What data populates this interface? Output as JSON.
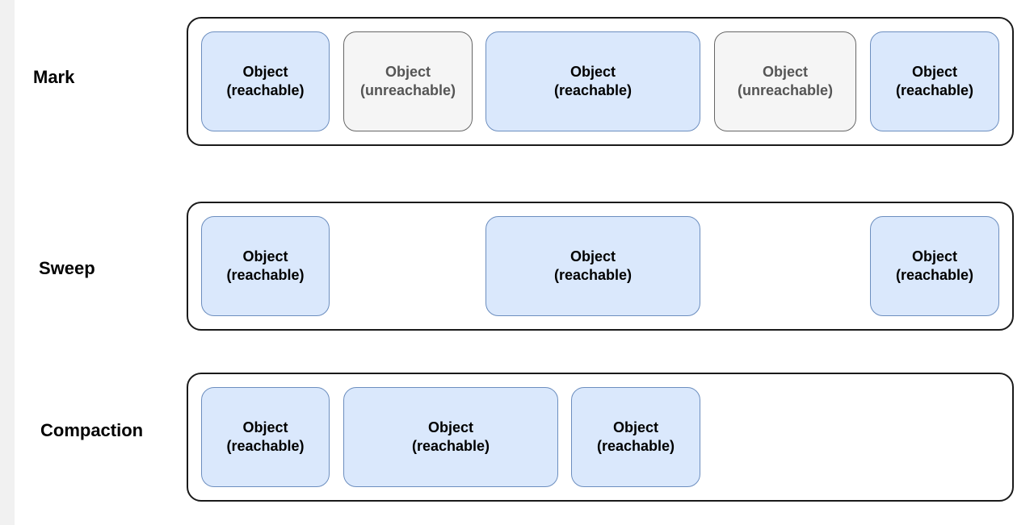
{
  "rows": [
    {
      "label": "Mark",
      "objects": [
        {
          "title": "Object",
          "state": "(reachable)",
          "kind": "reachable"
        },
        {
          "title": "Object",
          "state": "(unreachable)",
          "kind": "unreachable"
        },
        {
          "title": "Object",
          "state": "(reachable)",
          "kind": "reachable"
        },
        {
          "title": "Object",
          "state": "(unreachable)",
          "kind": "unreachable"
        },
        {
          "title": "Object",
          "state": "(reachable)",
          "kind": "reachable"
        }
      ]
    },
    {
      "label": "Sweep",
      "objects": [
        {
          "title": "Object",
          "state": "(reachable)",
          "kind": "reachable"
        },
        {
          "title": "Object",
          "state": "(reachable)",
          "kind": "reachable"
        },
        {
          "title": "Object",
          "state": "(reachable)",
          "kind": "reachable"
        }
      ]
    },
    {
      "label": "Compaction",
      "objects": [
        {
          "title": "Object",
          "state": "(reachable)",
          "kind": "reachable"
        },
        {
          "title": "Object",
          "state": "(reachable)",
          "kind": "reachable"
        },
        {
          "title": "Object",
          "state": "(reachable)",
          "kind": "reachable"
        }
      ]
    }
  ],
  "colors": {
    "reachable_fill": "#dae8fc",
    "reachable_stroke": "#6c8ebf",
    "unreachable_fill": "#f5f5f5",
    "unreachable_stroke": "#666666"
  }
}
